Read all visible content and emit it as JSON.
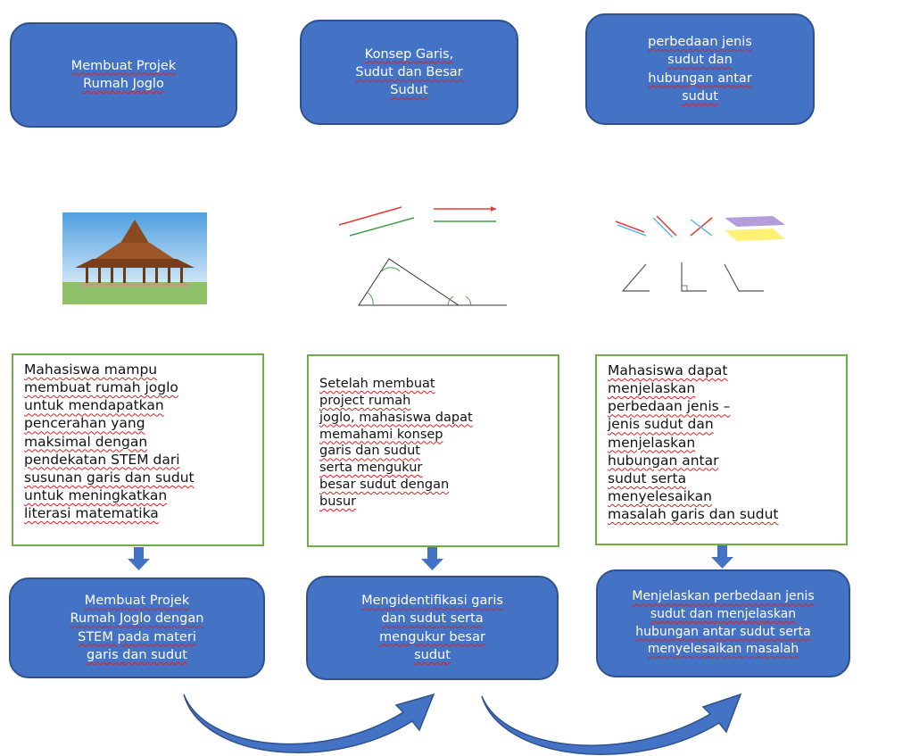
{
  "top_boxes": [
    {
      "text": "Membuat Projek\nRumah Joglo"
    },
    {
      "text": "Konsep Garis,\nSudut dan Besar\nSudut"
    },
    {
      "text": "perbedaan jenis\nsudut dan\nhubungan antar\nsudut"
    }
  ],
  "descriptions": [
    {
      "text": "Mahasiswa mampu\nmembuat rumah joglo\nuntuk mendapatkan\npencerahan yang\nmaksimal dengan\npendekatan STEM dari\nsusunan garis dan sudut\nuntuk meningkatkan\nliterasi matematika"
    },
    {
      "text": "Setelah membuat\nproject rumah\njoglo, mahasiswa dapat\nmemahami konsep\ngaris dan sudut\nserta mengukur\nbesar sudut dengan\nbusur"
    },
    {
      "text": "Mahasiswa dapat\nmenjelaskan\nperbedaan jenis –\njenis sudut dan\nmenjelaskan\nhubungan antar\nsudut serta\nmenyelesaikan\nmasalah garis dan sudut"
    }
  ],
  "bottom_boxes": [
    {
      "text": "Membuat Projek\nRumah Joglo dengan\nSTEM pada materi\ngaris dan sudut"
    },
    {
      "text": "Mengidentifikasi garis\ndan sudut serta\nmengukur besar\nsudut"
    },
    {
      "text": "Menjelaskan perbedaan jenis\nsudut dan menjelaskan\nhubungan antar sudut serta\nmenyelesaikan masalah"
    }
  ],
  "colors": {
    "box_fill": "#4472c4",
    "box_border": "#2f528f",
    "desc_border": "#70ad47",
    "arrow": "#4472c4",
    "spell_underline": "#e02020"
  },
  "icons": [
    "joglo-house-image",
    "lines-triangle-image",
    "angle-types-image",
    "down-arrow-icon",
    "curved-arrow-icon"
  ]
}
